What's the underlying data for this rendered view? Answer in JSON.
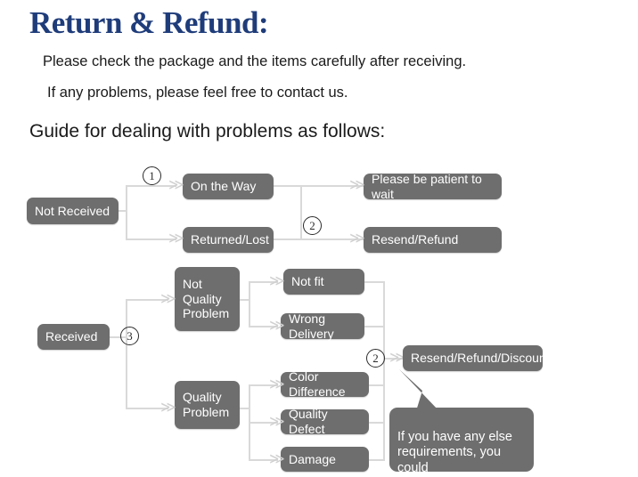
{
  "header": {
    "title": "Return & Refund:",
    "line1": "Please check the package and the items carefully after receiving.",
    "line2": "If any problems, please feel free to contact us.",
    "guide": "Guide for dealing with problems as follows:"
  },
  "colors": {
    "title": "#1f3c7a",
    "node_fill": "#6e6e6e",
    "node_text": "#ffffff",
    "connector": "#d9d9d9",
    "background": "#ffffff"
  },
  "flow": {
    "nodes": {
      "not_received": "Not Received",
      "on_the_way": "On the Way",
      "returned_lost": "Returned/Lost",
      "please_wait": "Please be patient to wait",
      "resend_refund": "Resend/Refund",
      "received": "Received",
      "not_quality_problem": "Not\nQuality\nProblem",
      "quality_problem": "Quality\nProblem",
      "not_fit": "Not fit",
      "wrong_delivery": "Wrong Delivery",
      "color_difference": "Color Difference",
      "quality_defect": "Quality Defect",
      "damage": "Damage",
      "resend_refund_discount": "Resend/Refund/Discount"
    },
    "steps": {
      "one": "1",
      "two_top": "2",
      "three": "3",
      "two_bottom": "2"
    },
    "arrow_glyph": "≫",
    "callout": "If you have any else\nrequirements, you could\nalso tell us!"
  }
}
